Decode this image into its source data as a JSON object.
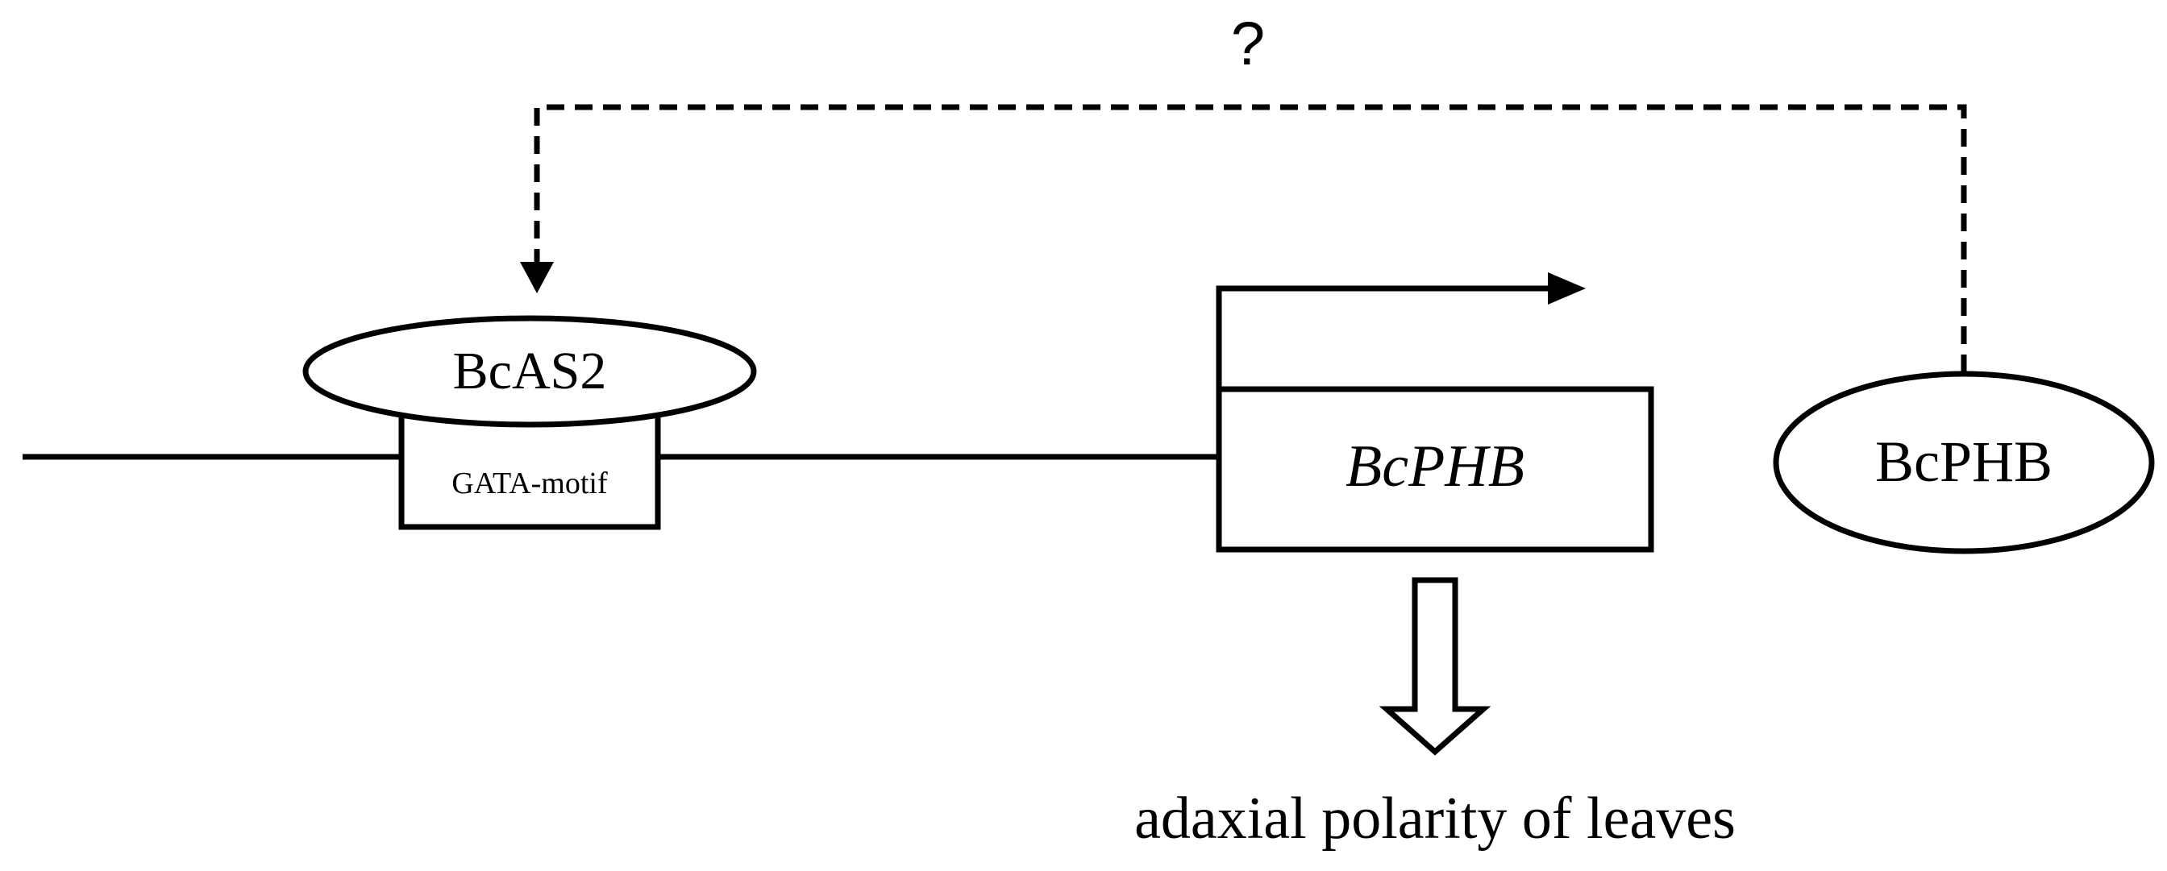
{
  "feedback": {
    "question_label": "?"
  },
  "promoter": {
    "protein_label": "BcAS2",
    "motif_label": "GATA-motif"
  },
  "gene": {
    "label": "BcPHB"
  },
  "protein": {
    "label": "BcPHB"
  },
  "outcome": {
    "label": "adaxial polarity of leaves"
  },
  "colors": {
    "line": "#000000",
    "background": "#ffffff"
  }
}
